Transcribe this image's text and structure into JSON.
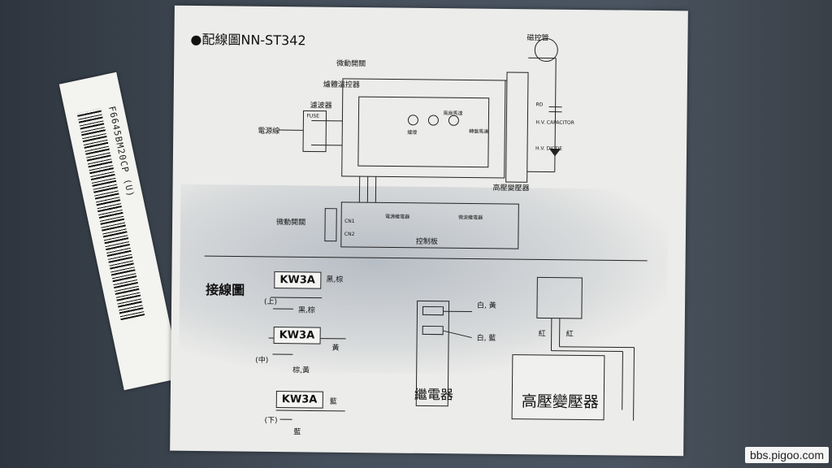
{
  "side_label": {
    "code": "F6645BM20CP (U)"
  },
  "card": {
    "title": "●配線圖NN-ST342",
    "diagram": {
      "micro_switch_top": "微動開關",
      "thermostat": "爐體溫控器",
      "filter": "濾波器",
      "power_line": "電源線",
      "fuse": "FUSE",
      "magnetron": "磁控管",
      "capacitor_rd": "RD",
      "capacitor": "H.V. CAPACITOR",
      "diode": "H.V. DIODE",
      "hv_transformer": "高壓變壓器",
      "micro_switch_bottom": "微動開關",
      "control_board": "控制板",
      "relay_1": "電源繼電器",
      "relay_2": "微波繼電器",
      "lamp": "爐燈",
      "fan": "風扇馬達",
      "turntable": "轉盤馬達",
      "cn1": "CN1",
      "cn2": "CN2"
    },
    "wiring": {
      "heading": "接線圖",
      "switches": [
        {
          "model": "KW3A",
          "position": "(上)",
          "wire_a": "黑,棕",
          "wire_b": "黑,棕"
        },
        {
          "model": "KW3A",
          "position": "(中)",
          "wire_a": "黃",
          "wire_b": "棕,黃"
        },
        {
          "model": "KW3A",
          "position": "(下)",
          "wire_a": "藍",
          "wire_b": "藍"
        }
      ],
      "relay_wire_1": "白, 黃",
      "relay_wire_2": "白, 藍",
      "relay_label": "繼電器",
      "transformer_wire_1": "紅",
      "transformer_wire_2": "紅",
      "transformer_label": "高壓變壓器"
    }
  },
  "watermark": "bbs.pigoo.com"
}
